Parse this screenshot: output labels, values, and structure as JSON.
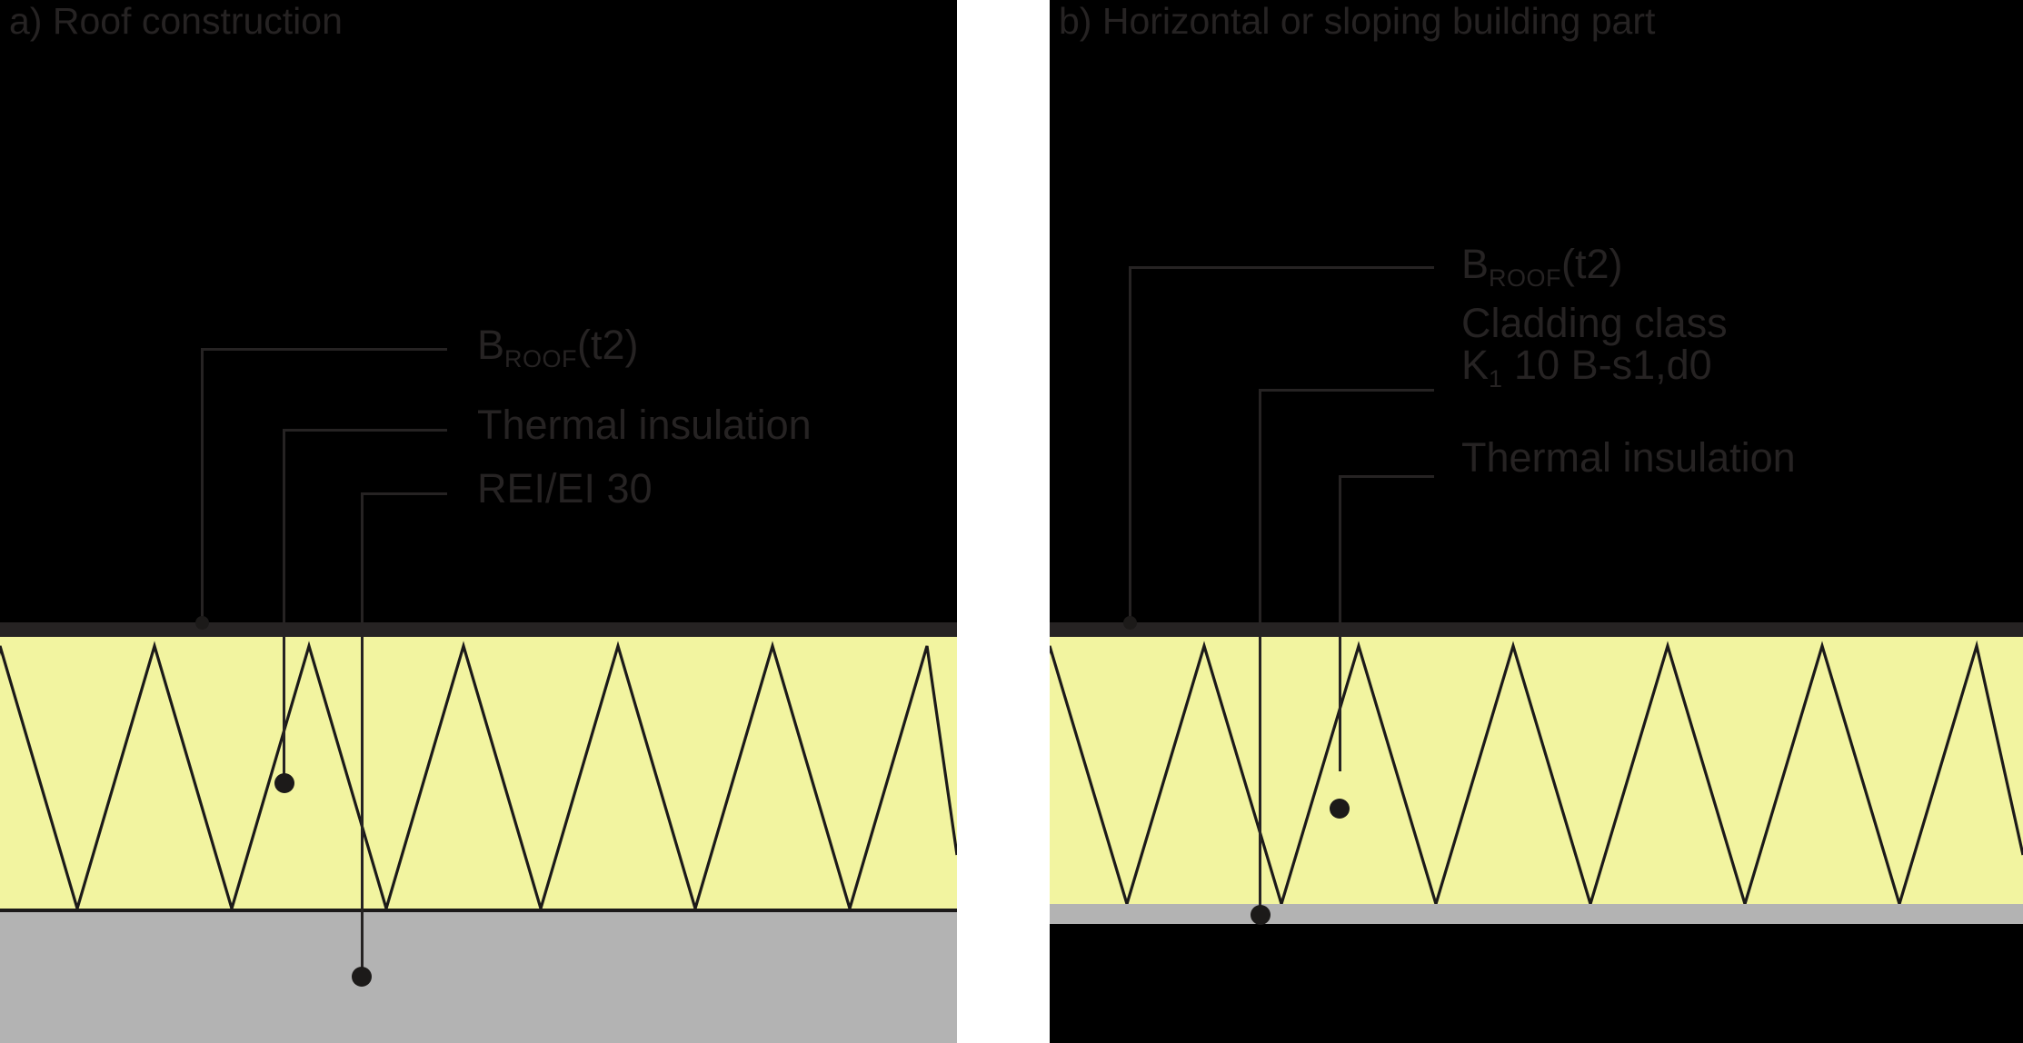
{
  "figure": {
    "background_color": "#ffffff",
    "text_color": "#262323",
    "insulation_color": "#f2f4a0",
    "membrane_color": "#262323",
    "concrete_color": "#b3b3b3",
    "air_color": "#000000"
  },
  "panels": [
    {
      "id": "a",
      "title": "a) Roof construction",
      "callouts": [
        {
          "id": "broof-t2",
          "text_main": "B",
          "text_sub": "ROOF",
          "text_tail": "(t2)",
          "full_text": "BROOF(t2)"
        },
        {
          "id": "thermal-insulation",
          "text_main": "Thermal insulation",
          "full_text": "Thermal insulation"
        },
        {
          "id": "rei-ei-30",
          "text_main": "REI/EI 30",
          "full_text": "REI/EI 30"
        }
      ],
      "layers": [
        {
          "name": "air-space",
          "color": "#000000"
        },
        {
          "name": "roof-covering-membrane",
          "color": "#262323"
        },
        {
          "name": "thermal-insulation",
          "color": "#f2f4a0"
        },
        {
          "name": "concrete-slab",
          "color": "#b3b3b3"
        }
      ]
    },
    {
      "id": "b",
      "title": "b) Horizontal or sloping building part",
      "callouts": [
        {
          "id": "broof-t2",
          "text_main": "B",
          "text_sub": "ROOF",
          "text_tail": "(t2)",
          "full_text": "BROOF(t2)"
        },
        {
          "id": "cladding-class",
          "text_line1": "Cladding class",
          "text_line2_main": "K",
          "text_line2_sub": "1",
          "text_line2_tail": " 10 B-s1,d0",
          "full_text": "Cladding class K1 10 B-s1,d0"
        },
        {
          "id": "thermal-insulation",
          "text_main": "Thermal insulation",
          "full_text": "Thermal insulation"
        }
      ],
      "layers": [
        {
          "name": "air-space",
          "color": "#000000"
        },
        {
          "name": "roof-covering-membrane",
          "color": "#262323"
        },
        {
          "name": "thermal-insulation",
          "color": "#f2f4a0"
        },
        {
          "name": "cladding-board",
          "color": "#b3b3b3"
        },
        {
          "name": "void-below",
          "color": "#000000"
        }
      ]
    }
  ]
}
